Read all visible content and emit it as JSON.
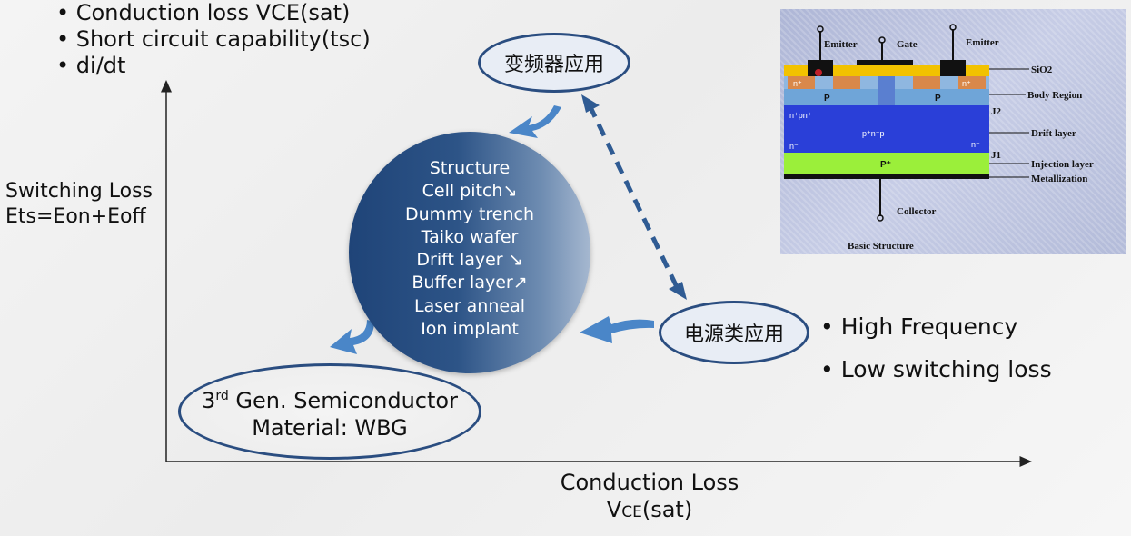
{
  "bullets_top": [
    "Conduction loss VCE(sat)",
    "Short circuit capability(tsc)",
    "di/dt"
  ],
  "y_axis_label": {
    "line1": "Switching Loss",
    "line2": "Ets=Eon+Eoff"
  },
  "x_axis_label": {
    "line1": "Conduction Loss",
    "v": "V",
    "sub": "CE",
    "rest": "(sat)"
  },
  "circle_items": [
    "Structure",
    "Cell pitch↘",
    "Dummy trench",
    "Taiko wafer",
    "Drift layer ↘",
    "Buffer layer↗",
    "Laser anneal",
    "Ion implant"
  ],
  "ellipse_inverter": "变频器应用",
  "ellipse_power": "电源类应用",
  "ellipse_semi": {
    "prefix": "3",
    "sup": "rd",
    "rest": " Gen. Semiconductor",
    "line2": "Material: WBG"
  },
  "bullets_right": [
    "High Frequency",
    "Low switching loss"
  ],
  "igbt_diagram": {
    "emitter_left": "Emitter",
    "gate": "Gate",
    "emitter_right": "Emitter",
    "sio2": "SiO2",
    "body_region": "Body Region",
    "j2": "J2",
    "drift_layer": "Drift layer",
    "j1": "J1",
    "injection_layer": "Injection layer",
    "metallization": "Metallization",
    "collector": "Collector",
    "caption": "Basic Structure",
    "n_plus_left": "n⁺",
    "n_plus_right": "n⁺",
    "p_left": "P",
    "p_right": "P",
    "npn": "n⁺pn⁺",
    "pnp": "p⁺n⁻p",
    "n_minus_left": "n⁻",
    "n_minus_right": "n⁻",
    "p_plus": "P⁺"
  },
  "colors": {
    "circle_dark": "#1f4478",
    "circle_light": "#a6b8d0",
    "arrow_blue": "#4a86c8",
    "ellipse_border": "#2a4d80",
    "sio2_yellow": "#f2c200",
    "p_layer_blue": "#6fa5d8",
    "drift_blue": "#2a3fd8",
    "injection_green": "#9bef3a"
  }
}
